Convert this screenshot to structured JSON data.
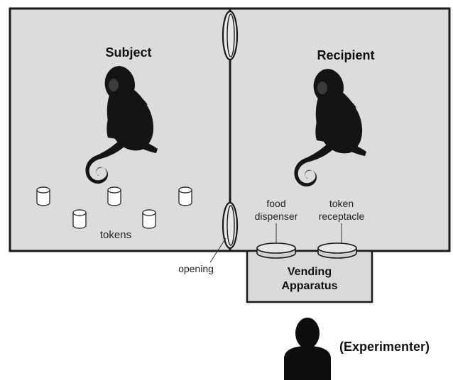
{
  "labels": {
    "subject": "Subject",
    "recipient": "Recipient",
    "tokens": "tokens",
    "opening": "opening",
    "food_dispenser_line1": "food",
    "food_dispenser_line2": "dispenser",
    "token_receptacle_line1": "token",
    "token_receptacle_line2": "receptacle",
    "vending_line1": "Vending",
    "vending_line2": "Apparatus",
    "experimenter": "(Experimenter)"
  },
  "colors": {
    "room_fill": "#dcdcdc",
    "outline": "#1a1a1a",
    "monkey": "#141414",
    "token_fill": "#ffffff"
  },
  "icons": {
    "subject_figure": "monkey-icon",
    "recipient_figure": "monkey-icon",
    "token": "token-cylinder-icon",
    "experimenter": "person-silhouette-icon"
  }
}
